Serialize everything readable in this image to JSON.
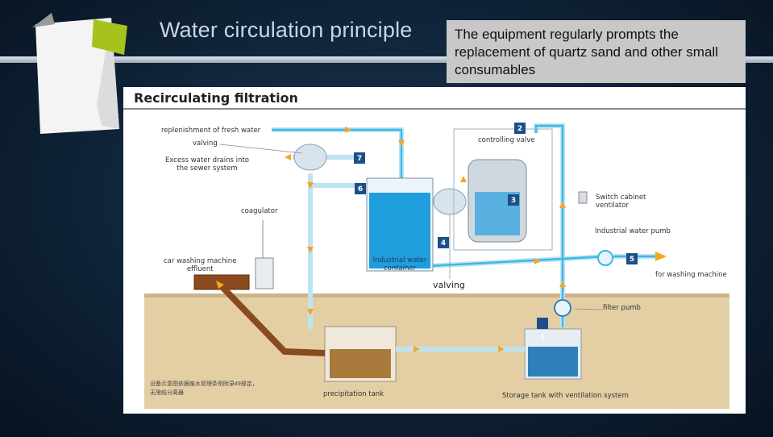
{
  "slide": {
    "title": "Water circulation principle",
    "note": "The equipment regularly prompts the replacement of quartz sand and other small consumables"
  },
  "diagram": {
    "heading": "Recirculating filtration",
    "labels": {
      "fresh_water": "replenishment of fresh water",
      "valving_top": "valving",
      "excess_water": "Excess water drains into\nthe sewer system",
      "coagulator": "coagulator",
      "effluent": "car washing machine\neffluent",
      "industrial_container": "Industrial water\ncontainer",
      "valving_mid": "valving",
      "controlling_valve": "controlling valve",
      "switch_cabinet": "Switch cabinet\nventilator",
      "industrial_pump": "Industrial water pumb",
      "washing_machine": "for washing machine",
      "filter_pump": "filter pumb",
      "precipitation_tank": "precipitation tank",
      "storage_tank": "Storage tank with ventilation system",
      "footnote": "设备示意图依据废水管理条例附录49规定，\n无限结分离器"
    },
    "steps": [
      "1",
      "2",
      "3",
      "4",
      "5",
      "6",
      "7"
    ],
    "colors": {
      "clean_pipe": "#3ab8e8",
      "dirty_pipe": "#8a4a1e",
      "flow_arrow": "#f5a623",
      "step_badge": "#1a4f8a",
      "ground": "#e4cfa5",
      "water": "#1f9ede"
    }
  }
}
